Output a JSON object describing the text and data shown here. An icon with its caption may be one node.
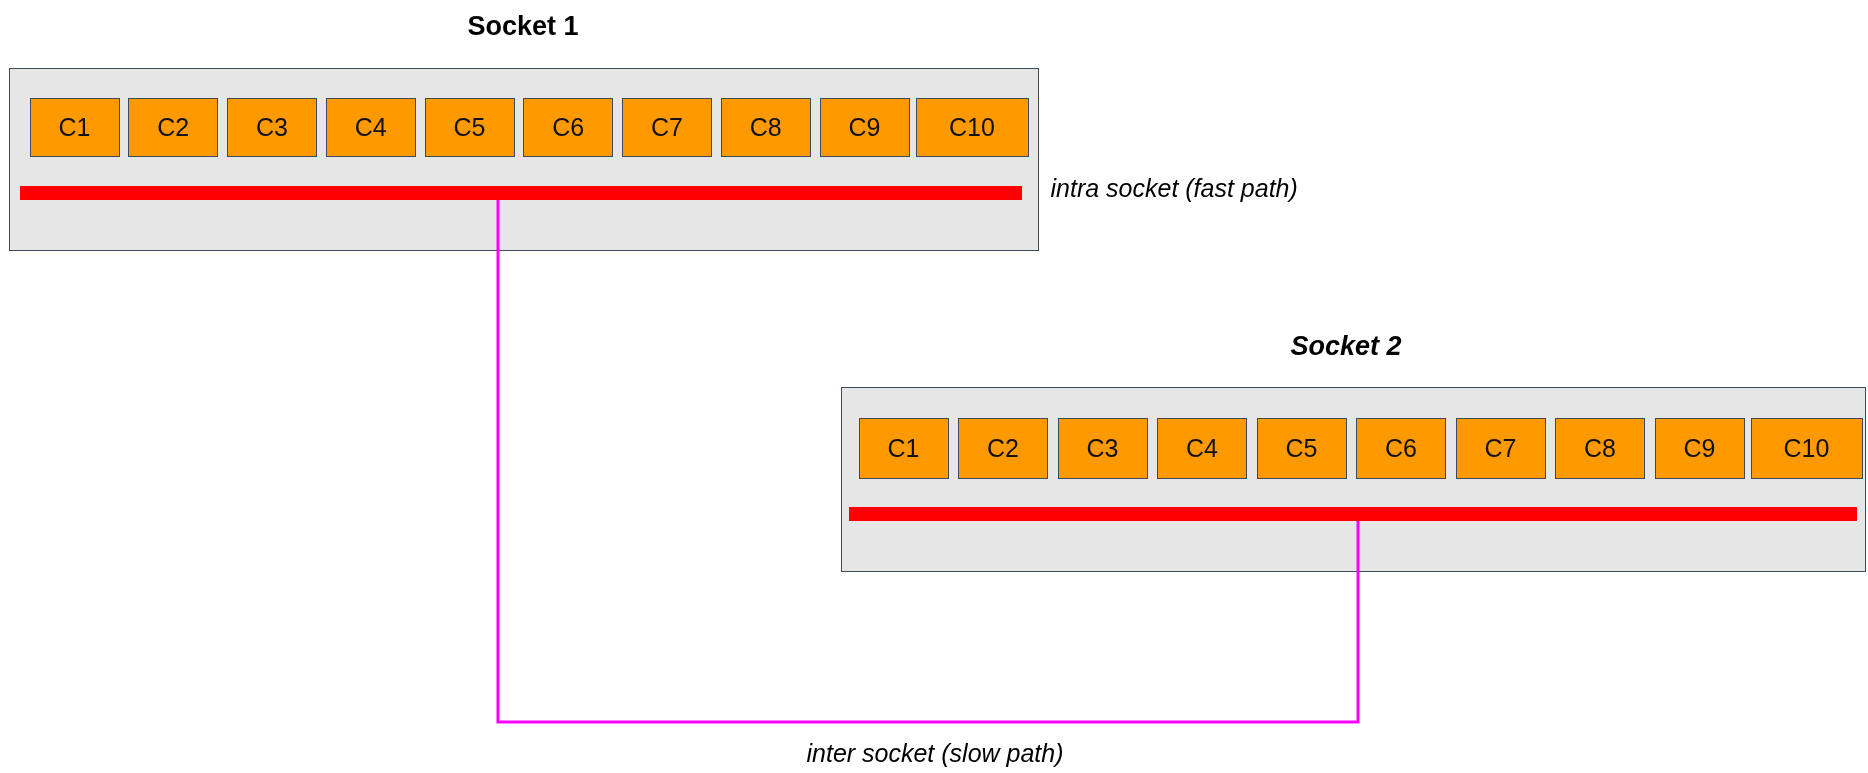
{
  "diagram": {
    "nodes": [
      {
        "text": [
          "Socket 1"
        ]
      },
      {
        "text": [
          "C1"
        ],
        "in": 0
      },
      {
        "text": [
          "C2"
        ],
        "in": 0
      },
      {
        "text": [
          "C3"
        ],
        "in": 0
      },
      {
        "text": [
          "C4"
        ],
        "in": 0
      },
      {
        "text": [
          "C5"
        ],
        "in": 0
      },
      {
        "text": [
          "C6"
        ],
        "in": 0
      },
      {
        "text": [
          "C7"
        ],
        "in": 0
      },
      {
        "text": [
          "C8"
        ],
        "in": 0
      },
      {
        "text": [
          "C9"
        ],
        "in": 0
      },
      {
        "text": [
          "C10"
        ],
        "in": 0
      },
      {
        "text": [],
        "shape": "bar",
        "in": 0,
        "beside": [
          "intra socket (fast path)"
        ]
      },
      {
        "text": [
          "Socket 2"
        ]
      },
      {
        "text": [
          "C1"
        ],
        "in": 12
      },
      {
        "text": [
          "C2"
        ],
        "in": 12
      },
      {
        "text": [
          "C3"
        ],
        "in": 12
      },
      {
        "text": [
          "C4"
        ],
        "in": 12
      },
      {
        "text": [
          "C5"
        ],
        "in": 12
      },
      {
        "text": [
          "C6"
        ],
        "in": 12
      },
      {
        "text": [
          "C7"
        ],
        "in": 12
      },
      {
        "text": [
          "C8"
        ],
        "in": 12
      },
      {
        "text": [
          "C9"
        ],
        "in": 12
      },
      {
        "text": [
          "C10"
        ],
        "in": 12
      },
      {
        "text": [],
        "shape": "bar",
        "in": 12
      }
    ],
    "edges": [
      {
        "from": 11,
        "to": 23,
        "arrow": "none",
        "label": "inter socket (slow path)",
        "color": "#ff00ff"
      }
    ]
  }
}
